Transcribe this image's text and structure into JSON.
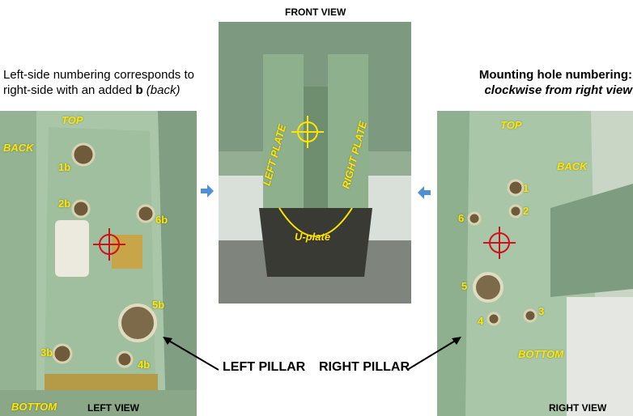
{
  "left_note": {
    "line1": "Left-side numbering corresponds to",
    "line2_prefix": "right-side with an added ",
    "line2_bold": "b",
    "line2_italic": " (back)"
  },
  "right_note": {
    "line1": "Mounting hole numbering:",
    "line2": "clockwise from right view"
  },
  "front_view": {
    "title": "FRONT VIEW",
    "left_plate": "LEFT PLATE",
    "right_plate": "RIGHT PLATE",
    "u_plate": "U-plate"
  },
  "left_view": {
    "title": "LEFT VIEW",
    "top": "TOP",
    "back": "BACK",
    "bottom": "BOTTOM",
    "holes": [
      "1b",
      "2b",
      "6b",
      "5b",
      "3b",
      "4b"
    ]
  },
  "right_view": {
    "title": "RIGHT VIEW",
    "top": "TOP",
    "back": "BACK",
    "bottom": "BOTTOM",
    "holes": [
      "1",
      "2",
      "6",
      "5",
      "4",
      "3"
    ]
  },
  "callouts": {
    "left_pillar": "LEFT PILLAR",
    "right_pillar": "RIGHT PILLAR"
  },
  "colors": {
    "label_yellow": "#ffe600",
    "arrow_blue": "#4f8fd4",
    "crosshair_red": "#d0101a",
    "metal_green": "#a9c7a8"
  }
}
